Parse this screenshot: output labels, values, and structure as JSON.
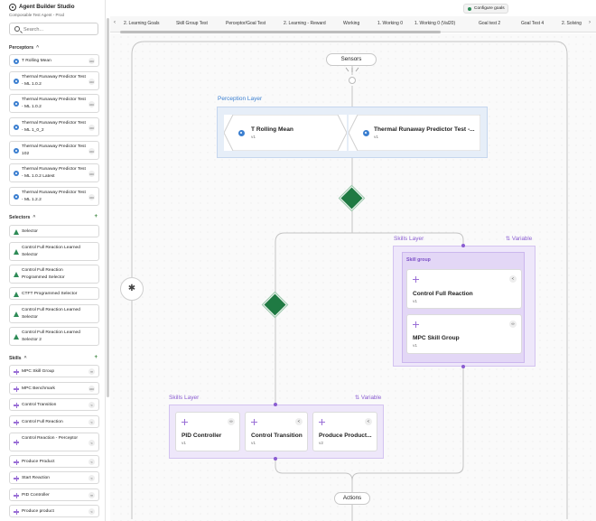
{
  "app": {
    "title": "Agent Builder Studio",
    "subtitle": "Composable Test Agent - Prod"
  },
  "search": {
    "placeholder": "Search..."
  },
  "sidebar": {
    "perceptors_header": "Perceptors",
    "perceptors": [
      "T Rolling Mean",
      "Thermal Runaway Predictor Test - ML 1.0.2",
      "Thermal Runaway Predictor Test - ML 1.0.2",
      "Thermal Runaway Predictor Test - ML 1_0_2",
      "Thermal Runaway Predictor Test 102",
      "Thermal Runaway Predictor Test - ML 1.0.2 Latest",
      "Thermal Runaway Predictor Test - ML 1.2.2"
    ],
    "selectors_header": "Selectors",
    "selectors": [
      "Selector",
      "Control Full Reaction Learned Selector",
      "Control Full Reaction Programmed Selector",
      "CTFT Programmed Selector",
      "Control Full Reaction Learned Selector",
      "Control Full Reaction Learned Selector 2"
    ],
    "skills_header": "Skills",
    "skills": [
      "MPC Skill Group",
      "MPC Benchmark",
      "Control Transition",
      "Control Full Reaction",
      "Control Reaction - Perceptor",
      "Produce Product",
      "Start Reaction",
      "PID Controller",
      "Produce product"
    ],
    "add_symbol": "+"
  },
  "tabs": [
    "2. Learning Goals",
    "Skill Group Test",
    "Perceptor/Goal Test",
    "2. Learning - Reward",
    "Working",
    "1. Working 0",
    "1. Working 0 (Val20)",
    "Goal test 2",
    "Goal Test 4",
    "2. Solving"
  ],
  "configure_goals": "Configure goals",
  "canvas": {
    "sensors": "Sensors",
    "actions": "Actions",
    "perception_layer": {
      "title": "Perception Layer",
      "nodes": [
        {
          "name": "T Rolling Mean",
          "version": "v1"
        },
        {
          "name": "Thermal Runaway Predictor Test -...",
          "version": "v1"
        }
      ]
    },
    "skills_layer_right": {
      "title": "Skills Layer",
      "variable": "Variable",
      "group_title": "Skill group",
      "cards": [
        {
          "name": "Control Full Reaction",
          "version": "v1"
        },
        {
          "name": "MPC Skill Group",
          "version": "v1"
        }
      ]
    },
    "skills_layer_bottom": {
      "title": "Skills Layer",
      "variable": "Variable",
      "cards": [
        {
          "name": "PID Controller",
          "version": "v1"
        },
        {
          "name": "Control Transition",
          "version": "v1"
        },
        {
          "name": "Produce Product...",
          "version": "v2"
        }
      ]
    }
  },
  "colors": {
    "selector_green": "#1f7a43",
    "perception_blue": "#3b7fd0",
    "skill_purple": "#8a5cd1"
  }
}
